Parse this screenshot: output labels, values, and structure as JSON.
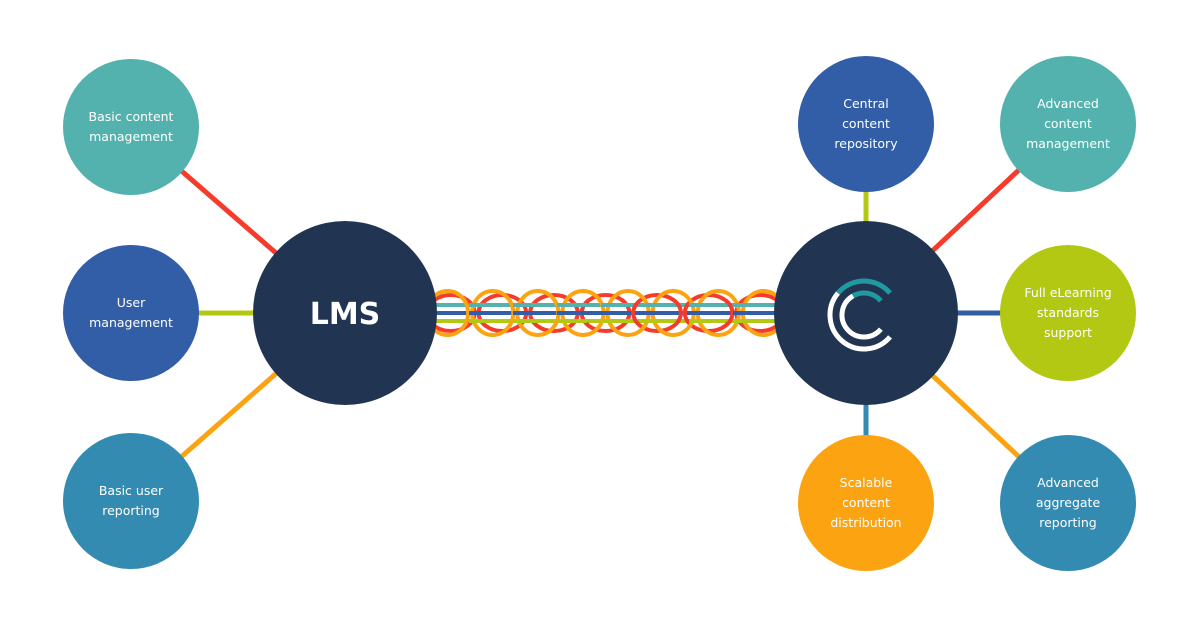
{
  "colors": {
    "hub": "#213553",
    "teal": "#53b2ad",
    "blue": "#325da7",
    "steel": "#338bb2",
    "lime": "#b3c812",
    "orange": "#fba311",
    "red": "#f53c2c",
    "logo_teal": "#1f9aa0",
    "logo_white": "#ffffff",
    "text": "#ffffff"
  },
  "hubs": {
    "lms": {
      "label": "LMS"
    },
    "platform": {
      "label": "",
      "icon": "c-logo-icon"
    }
  },
  "left_nodes": [
    {
      "id": "basic-content-management",
      "lines": [
        "Basic content",
        "management"
      ],
      "fill": "teal",
      "connector": "red"
    },
    {
      "id": "user-management",
      "lines": [
        "User",
        "management"
      ],
      "fill": "blue",
      "connector": "lime"
    },
    {
      "id": "basic-user-reporting",
      "lines": [
        "Basic user",
        "reporting"
      ],
      "fill": "steel",
      "connector": "orange"
    }
  ],
  "right_nodes": [
    {
      "id": "central-content-repository",
      "lines": [
        "Central",
        "content",
        "repository"
      ],
      "fill": "blue",
      "connector": "lime"
    },
    {
      "id": "advanced-content-management",
      "lines": [
        "Advanced",
        "content",
        "management"
      ],
      "fill": "teal",
      "connector": "red"
    },
    {
      "id": "full-elearning-standards-support",
      "lines": [
        "Full eLearning",
        "standards",
        "support"
      ],
      "fill": "lime",
      "connector": "blue"
    },
    {
      "id": "scalable-content-distribution",
      "lines": [
        "Scalable",
        "content",
        "distribution"
      ],
      "fill": "orange",
      "connector": "steel"
    },
    {
      "id": "advanced-aggregate-reporting",
      "lines": [
        "Advanced",
        "aggregate",
        "reporting"
      ],
      "fill": "steel",
      "connector": "orange"
    }
  ],
  "bridge": {
    "strand_colors": [
      "red",
      "teal",
      "blue",
      "lime",
      "orange"
    ]
  }
}
